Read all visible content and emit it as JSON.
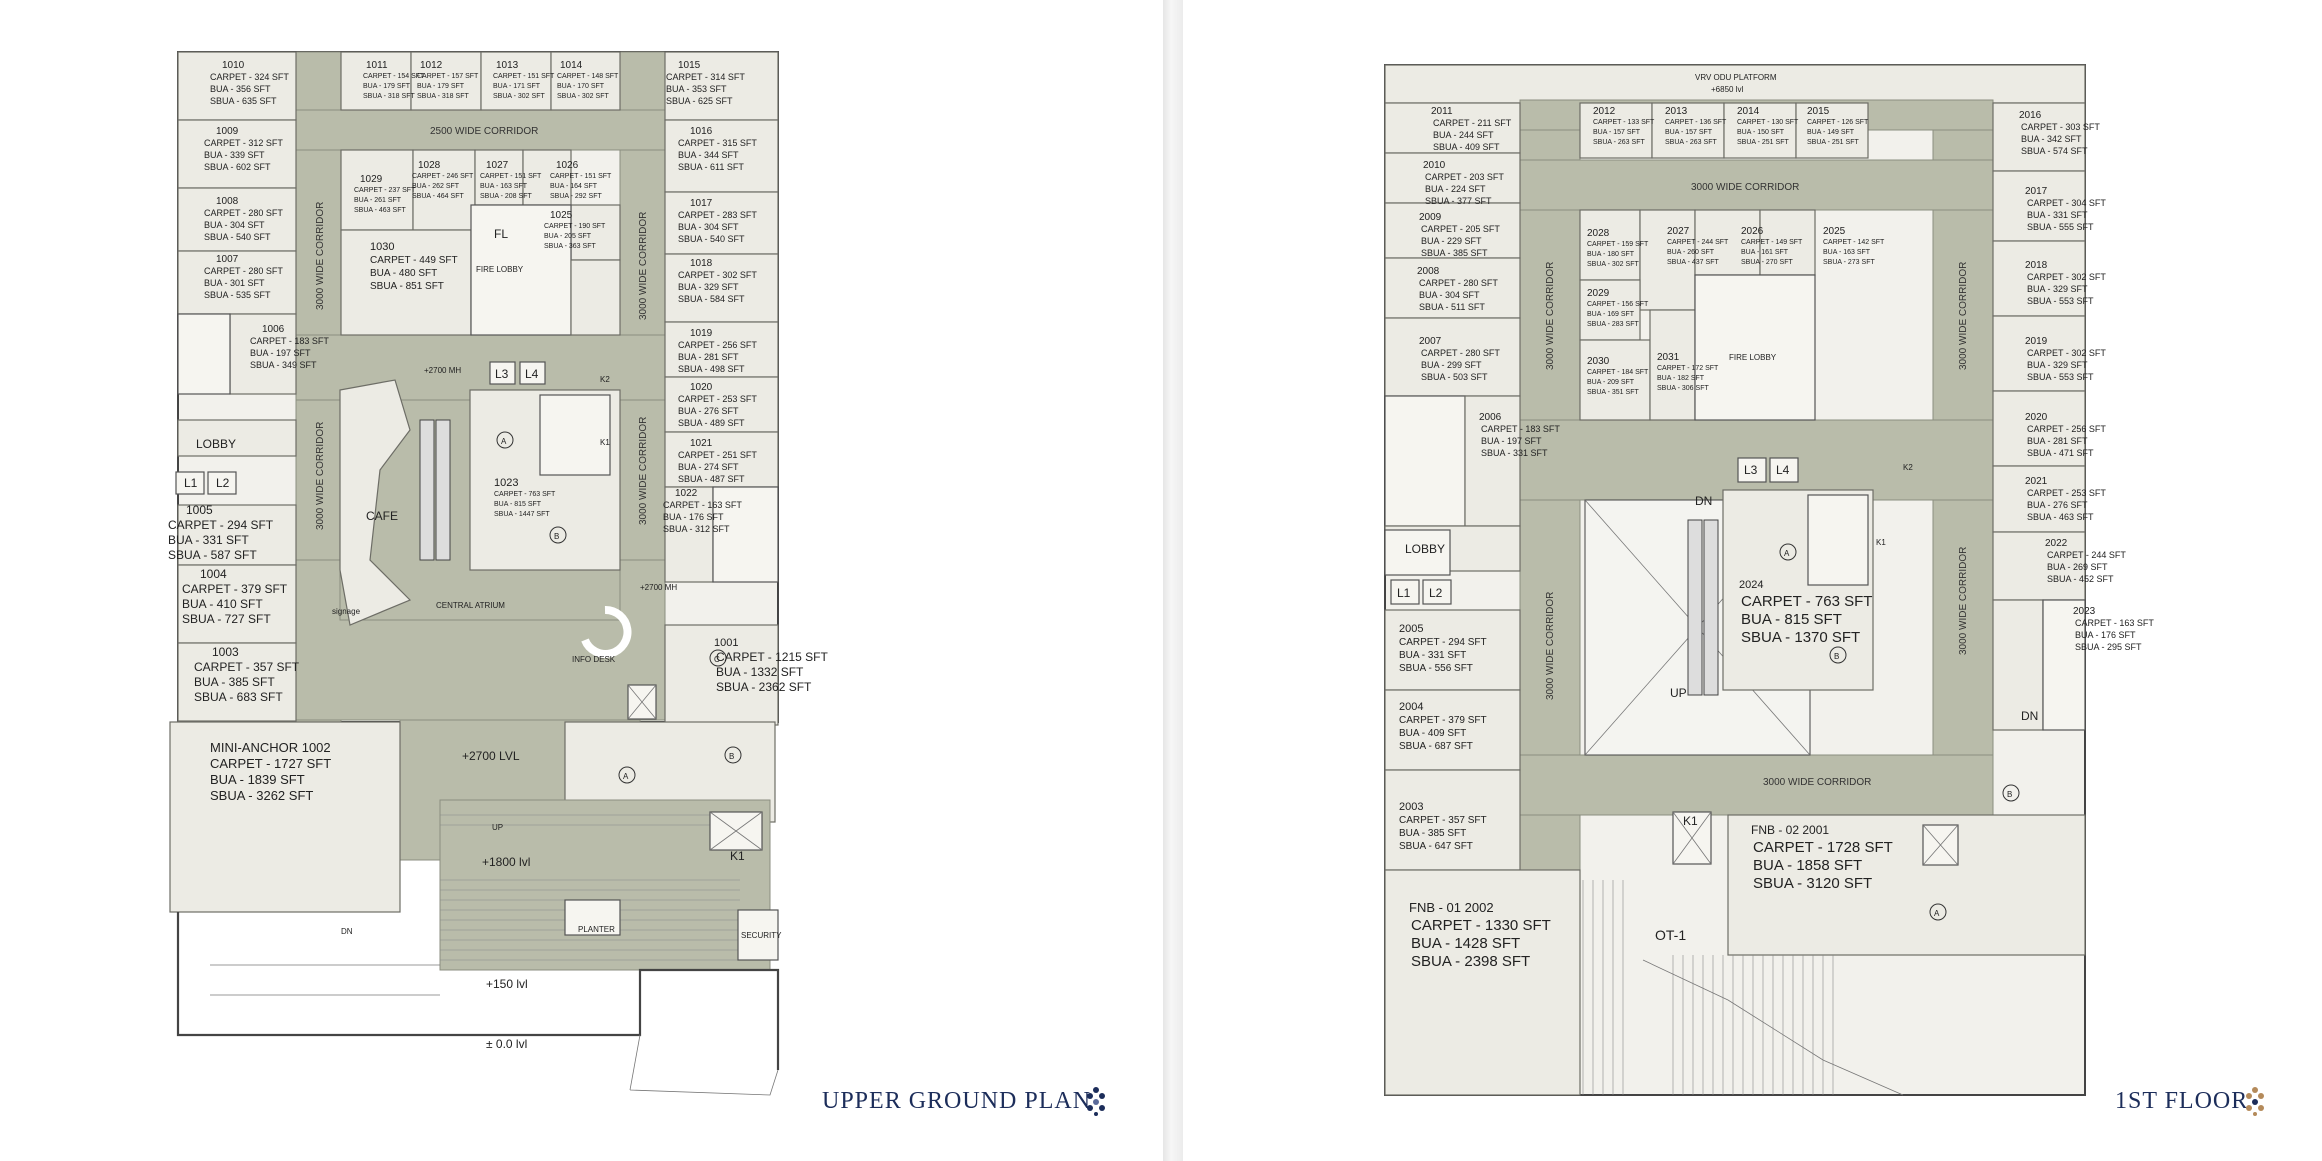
{
  "left": {
    "title": "UPPER GROUND PLAN",
    "units": [
      {
        "no": "1010",
        "lines": [
          "CARPET - 324 SFT",
          "BUA - 356 SFT",
          "SBUA - 635 SFT"
        ]
      },
      {
        "no": "1011",
        "lines": [
          "CARPET - 154 SFT",
          "BUA - 179 SFT",
          "SBUA - 318 SFT"
        ]
      },
      {
        "no": "1012",
        "lines": [
          "CARPET - 157 SFT",
          "BUA - 179 SFT",
          "SBUA - 318 SFT"
        ]
      },
      {
        "no": "1013",
        "lines": [
          "CARPET - 151 SFT",
          "BUA - 171 SFT",
          "SBUA - 302 SFT"
        ]
      },
      {
        "no": "1014",
        "lines": [
          "CARPET - 148 SFT",
          "BUA - 170 SFT",
          "SBUA - 302 SFT"
        ]
      },
      {
        "no": "1015",
        "lines": [
          "CARPET - 314 SFT",
          "BUA - 353 SFT",
          "SBUA - 625 SFT"
        ]
      },
      {
        "no": "1009",
        "lines": [
          "CARPET - 312 SFT",
          "BUA - 339 SFT",
          "SBUA - 602 SFT"
        ]
      },
      {
        "no": "1016",
        "lines": [
          "CARPET - 315 SFT",
          "BUA - 344 SFT",
          "SBUA - 611 SFT"
        ]
      },
      {
        "no": "1008",
        "lines": [
          "CARPET - 280 SFT",
          "BUA - 304 SFT",
          "SBUA - 540 SFT"
        ]
      },
      {
        "no": "1017",
        "lines": [
          "CARPET - 283 SFT",
          "BUA - 304 SFT",
          "SBUA - 540 SFT"
        ]
      },
      {
        "no": "1007",
        "lines": [
          "CARPET - 280 SFT",
          "BUA - 301 SFT",
          "SBUA - 535 SFT"
        ]
      },
      {
        "no": "1018",
        "lines": [
          "CARPET - 302 SFT",
          "BUA - 329 SFT",
          "SBUA - 584 SFT"
        ]
      },
      {
        "no": "1006",
        "lines": [
          "CARPET - 183 SFT",
          "BUA - 197 SFT",
          "SBUA - 349 SFT"
        ]
      },
      {
        "no": "1019",
        "lines": [
          "CARPET - 256 SFT",
          "BUA - 281 SFT",
          "SBUA - 498 SFT"
        ]
      },
      {
        "no": "1020",
        "lines": [
          "CARPET - 253 SFT",
          "BUA - 276 SFT",
          "SBUA - 489 SFT"
        ]
      },
      {
        "no": "1021",
        "lines": [
          "CARPET - 251 SFT",
          "BUA - 274 SFT",
          "SBUA - 487 SFT"
        ]
      },
      {
        "no": "1022",
        "lines": [
          "CARPET - 163 SFT",
          "BUA - 176 SFT",
          "SBUA - 312 SFT"
        ]
      },
      {
        "no": "1029",
        "lines": [
          "CARPET - 237 SFT",
          "BUA - 261 SFT",
          "SBUA - 463 SFT"
        ]
      },
      {
        "no": "1028",
        "lines": [
          "CARPET - 246 SFT",
          "BUA - 262 SFT",
          "SBUA - 464 SFT"
        ]
      },
      {
        "no": "1027",
        "lines": [
          "CARPET - 151 SFT",
          "BUA - 163 SFT",
          "SBUA - 208 SFT"
        ]
      },
      {
        "no": "1026",
        "lines": [
          "CARPET - 151 SFT",
          "BUA - 164 SFT",
          "SBUA - 292 SFT"
        ]
      },
      {
        "no": "1025",
        "lines": [
          "CARPET - 190 SFT",
          "BUA - 205 SFT",
          "SBUA - 363 SFT"
        ]
      },
      {
        "no": "1030",
        "lines": [
          "CARPET - 449 SFT",
          "BUA - 480 SFT",
          "SBUA - 851 SFT"
        ]
      },
      {
        "no": "1023",
        "lines": [
          "CARPET - 763 SFT",
          "BUA - 815 SFT",
          "SBUA - 1447 SFT"
        ]
      },
      {
        "no": "1005",
        "lines": [
          "CARPET - 294 SFT",
          "BUA - 331 SFT",
          "SBUA - 587 SFT"
        ]
      },
      {
        "no": "1004",
        "lines": [
          "CARPET - 379 SFT",
          "BUA - 410 SFT",
          "SBUA - 727 SFT"
        ]
      },
      {
        "no": "1003",
        "lines": [
          "CARPET - 357 SFT",
          "BUA - 385 SFT",
          "SBUA - 683 SFT"
        ]
      },
      {
        "no": "1001",
        "lines": [
          "CARPET - 1215 SFT",
          "BUA - 1332 SFT",
          "SBUA - 2362 SFT"
        ]
      },
      {
        "no": "MINI-ANCHOR 1002",
        "lines": [
          "CARPET - 1727 SFT",
          "BUA - 1839 SFT",
          "SBUA - 3262 SFT"
        ]
      }
    ],
    "labels": {
      "corridor_top": "2500 WIDE CORRIDOR",
      "corridor_v": "3000 WIDE CORRIDOR",
      "lobby": "LOBBY",
      "fire_lobby": "FIRE LOBBY",
      "fl": "FL",
      "cafe": "CAFE",
      "central_atrium": "CENTRAL ATRIUM",
      "info_desk": "INFO DESK",
      "lvl_2700": "+2700 LVL",
      "lvl_1800": "+1800 lvl",
      "lvl_150": "+150 lvl",
      "lvl_0": "± 0.0 lvl",
      "mh_2700": "+2700 MH",
      "k1": "K1",
      "k2": "K2",
      "l1": "L1",
      "l2": "L2",
      "l3": "L3",
      "l4": "L4",
      "a": "A",
      "b": "B",
      "c": "C",
      "planter": "PLANTER",
      "security": "SECURITY",
      "signage": "signage",
      "dn": "DN",
      "up": "UP"
    }
  },
  "right": {
    "title": "1ST FLOOR",
    "units": [
      {
        "no": "2011",
        "lines": [
          "CARPET - 211 SFT",
          "BUA - 244 SFT",
          "SBUA - 409 SFT"
        ]
      },
      {
        "no": "2012",
        "lines": [
          "CARPET - 133 SFT",
          "BUA - 157 SFT",
          "SBUA - 263 SFT"
        ]
      },
      {
        "no": "2013",
        "lines": [
          "CARPET - 136 SFT",
          "BUA - 157 SFT",
          "SBUA - 263 SFT"
        ]
      },
      {
        "no": "2014",
        "lines": [
          "CARPET - 130 SFT",
          "BUA - 150 SFT",
          "SBUA - 251 SFT"
        ]
      },
      {
        "no": "2015",
        "lines": [
          "CARPET - 126 SFT",
          "BUA - 149 SFT",
          "SBUA - 251 SFT"
        ]
      },
      {
        "no": "2016",
        "lines": [
          "CARPET - 303 SFT",
          "BUA - 342 SFT",
          "SBUA - 574 SFT"
        ]
      },
      {
        "no": "2010",
        "lines": [
          "CARPET - 203 SFT",
          "BUA - 224 SFT",
          "SBUA - 377 SFT"
        ]
      },
      {
        "no": "2017",
        "lines": [
          "CARPET - 304 SFT",
          "BUA - 331 SFT",
          "SBUA - 555 SFT"
        ]
      },
      {
        "no": "2009",
        "lines": [
          "CARPET - 205 SFT",
          "BUA - 229 SFT",
          "SBUA - 385 SFT"
        ]
      },
      {
        "no": "2008",
        "lines": [
          "CARPET - 280 SFT",
          "BUA - 304 SFT",
          "SBUA - 511 SFT"
        ]
      },
      {
        "no": "2018",
        "lines": [
          "CARPET - 302 SFT",
          "BUA - 329 SFT",
          "SBUA - 553 SFT"
        ]
      },
      {
        "no": "2007",
        "lines": [
          "CARPET - 280 SFT",
          "BUA - 299 SFT",
          "SBUA - 503 SFT"
        ]
      },
      {
        "no": "2019",
        "lines": [
          "CARPET - 302 SFT",
          "BUA - 329 SFT",
          "SBUA - 553 SFT"
        ]
      },
      {
        "no": "2006",
        "lines": [
          "CARPET - 183 SFT",
          "BUA - 197 SFT",
          "SBUA - 331 SFT"
        ]
      },
      {
        "no": "2020",
        "lines": [
          "CARPET - 256 SFT",
          "BUA - 281 SFT",
          "SBUA - 471 SFT"
        ]
      },
      {
        "no": "2021",
        "lines": [
          "CARPET - 253 SFT",
          "BUA - 276 SFT",
          "SBUA - 463 SFT"
        ]
      },
      {
        "no": "2022",
        "lines": [
          "CARPET - 244 SFT",
          "BUA - 269 SFT",
          "SBUA - 452 SFT"
        ]
      },
      {
        "no": "2023",
        "lines": [
          "CARPET - 163 SFT",
          "BUA - 176 SFT",
          "SBUA - 295 SFT"
        ]
      },
      {
        "no": "2028",
        "lines": [
          "CARPET - 159 SFT",
          "BUA - 180 SFT",
          "SBUA - 302 SFT"
        ]
      },
      {
        "no": "2027",
        "lines": [
          "CARPET - 244 SFT",
          "BUA - 260 SFT",
          "SBUA - 437 SFT"
        ]
      },
      {
        "no": "2026",
        "lines": [
          "CARPET - 149 SFT",
          "BUA - 161 SFT",
          "SBUA - 270 SFT"
        ]
      },
      {
        "no": "2025",
        "lines": [
          "CARPET - 142 SFT",
          "BUA - 163 SFT",
          "SBUA - 273 SFT"
        ]
      },
      {
        "no": "2029",
        "lines": [
          "CARPET - 156 SFT",
          "BUA - 169 SFT",
          "SBUA - 283 SFT"
        ]
      },
      {
        "no": "2030",
        "lines": [
          "CARPET - 184 SFT",
          "BUA - 209 SFT",
          "SBUA - 351 SFT"
        ]
      },
      {
        "no": "2031",
        "lines": [
          "CARPET - 172 SFT",
          "BUA - 182 SFT",
          "SBUA - 306 SFT"
        ]
      },
      {
        "no": "2024",
        "lines": [
          "CARPET - 763 SFT",
          "BUA - 815 SFT",
          "SBUA - 1370 SFT"
        ]
      },
      {
        "no": "2005",
        "lines": [
          "CARPET - 294 SFT",
          "BUA - 331 SFT",
          "SBUA - 556 SFT"
        ]
      },
      {
        "no": "2004",
        "lines": [
          "CARPET - 379 SFT",
          "BUA - 409 SFT",
          "SBUA - 687 SFT"
        ]
      },
      {
        "no": "2003",
        "lines": [
          "CARPET - 357 SFT",
          "BUA - 385 SFT",
          "SBUA - 647 SFT"
        ]
      },
      {
        "no": "FNB - 02 2001",
        "lines": [
          "CARPET - 1728 SFT",
          "BUA - 1858 SFT",
          "SBUA - 3120 SFT"
        ]
      },
      {
        "no": "FNB - 01 2002",
        "lines": [
          "CARPET - 1330 SFT",
          "BUA - 1428 SFT",
          "SBUA - 2398 SFT"
        ]
      }
    ],
    "labels": {
      "vrv": "VRV ODU PLATFORM",
      "vrv_lvl": "+6850 lvl",
      "corridor": "3000 WIDE CORRIDOR",
      "lobby": "LOBBY",
      "fire_lobby": "FIRE LOBBY",
      "ot": "OT-1",
      "k1": "K1",
      "k2": "K2",
      "l1": "L1",
      "l2": "L2",
      "l3": "L3",
      "l4": "L4",
      "a": "A",
      "b": "B",
      "dn": "DN",
      "up": "UP"
    }
  },
  "colors": {
    "title": "#1c2d5a",
    "accent": "#b48a5a",
    "corridor": "#b9bcaa",
    "room": "#ecebe4"
  }
}
